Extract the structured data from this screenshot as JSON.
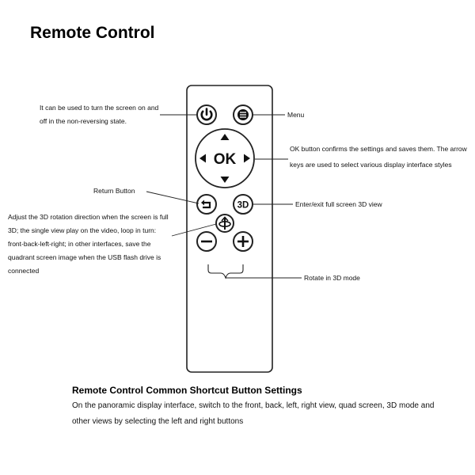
{
  "title": "Remote Control",
  "annotations": {
    "power": "It can be used to turn the screen on and off in the non-reversing state.",
    "menu": "Menu",
    "ok": "OK button confirms the settings and saves them. The arrow keys are used to select various display interface styles",
    "return": "Return Button",
    "three_d": "Enter/exit full screen 3D view",
    "rotation": "Adjust the 3D rotation direction when the screen is full 3D; the single view play on the video, loop in turn: front-back-left-right; in other interfaces, save the quadrant screen image when the USB flash drive is connected",
    "zoom": "Rotate in 3D mode"
  },
  "buttons": {
    "ok_label": "OK",
    "three_d_label": "3D"
  },
  "footer": {
    "heading": "Remote Control Common Shortcut Button Settings",
    "body": "On the panoramic display interface, switch to the front, back, left, right view, quad screen, 3D mode and other views by selecting the left and right buttons"
  },
  "icons": [
    "power-icon",
    "menu-icon",
    "arrow-up-icon",
    "arrow-down-icon",
    "arrow-left-icon",
    "arrow-right-icon",
    "return-icon",
    "rotate-icon",
    "minus-icon",
    "plus-icon"
  ]
}
